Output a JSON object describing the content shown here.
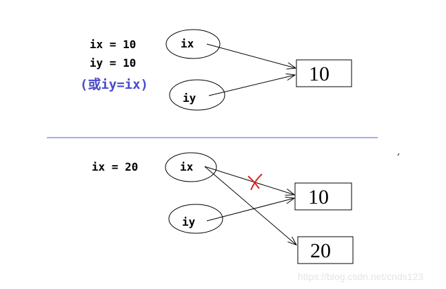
{
  "top": {
    "line1": "ix = 10",
    "line2": "iy = 10",
    "note": "(或iy=ix)",
    "node_ix": "ix",
    "node_iy": "iy",
    "box_value": "10"
  },
  "bottom": {
    "line1": "ix =  20",
    "node_ix": "ix",
    "node_iy": "iy",
    "box_old": "10",
    "box_new": "20"
  },
  "watermark": "https://blog.csdn.net/cnds123",
  "colors": {
    "divider": "#4a5ae0",
    "note": "#4a4acc",
    "cross": "#e02020"
  }
}
